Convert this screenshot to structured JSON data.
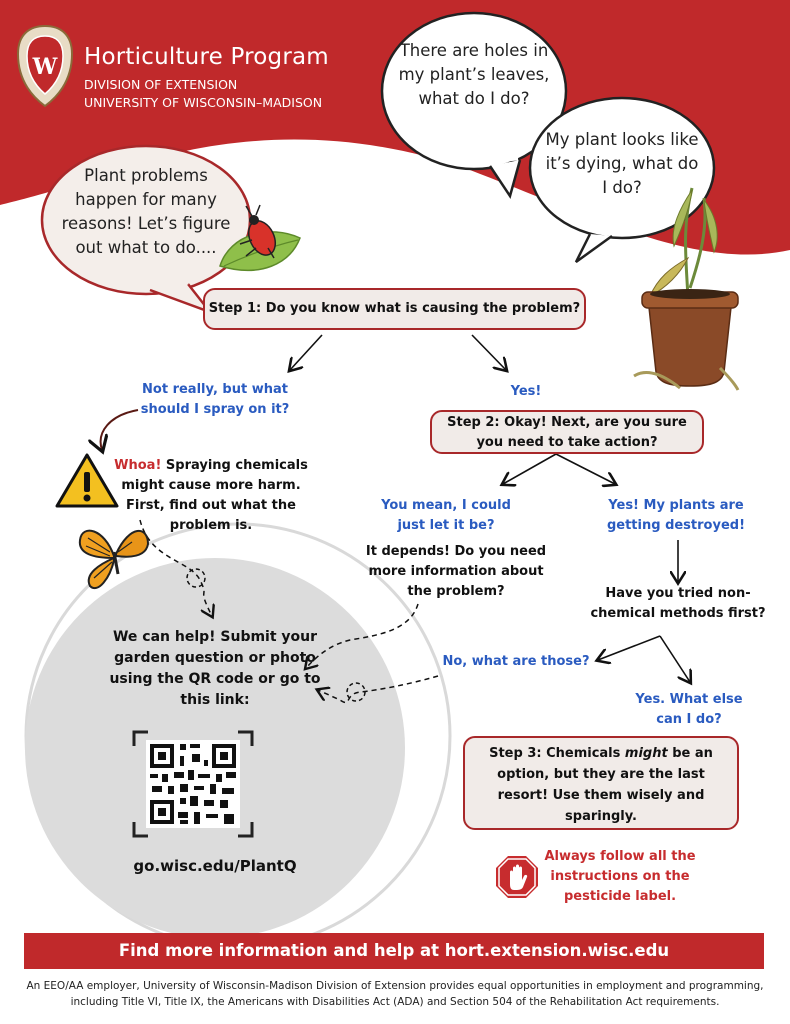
{
  "header": {
    "title": "Horticulture Program",
    "line1": "DIVISION OF EXTENSION",
    "line2": "UNIVERSITY OF WISCONSIN–MADISON",
    "logo_letter": "W"
  },
  "bubbles": {
    "holes": "There are holes in my plant’s leaves, what do I do?",
    "dying": "My plant looks like it’s dying, what do I do?",
    "intro": "Plant problems happen for many reasons! Let’s figure out what to do...."
  },
  "flow": {
    "step1": "Step 1: Do you know what is causing the problem?",
    "not_really": "Not really, but what should I spray on it?",
    "yes": "Yes!",
    "step2": "Step 2: Okay! Next, are you sure you need to take action?",
    "whoa_label": "Whoa!",
    "whoa_text": " Spraying chemicals might cause more harm. First, find out what the problem is.",
    "let_it_be": "You mean, I could just let it be?",
    "destroyed": "Yes! My plants are getting destroyed!",
    "it_depends": "It depends! Do you need more information about the problem?",
    "non_chemical": "Have you tried non-chemical methods first?",
    "no_what": "No, what are those?",
    "yes_what_else": "Yes. What else can I do?",
    "step3_a": "Step 3: Chemicals ",
    "step3_em": "might",
    "step3_b": " be an option, but they are the last resort! Use them wisely and sparingly.",
    "always_follow": "Always follow all the instructions on the pesticide label."
  },
  "help": {
    "text": "We can help! Submit your garden question or photo using the QR code or go to this link:",
    "link": "go.wisc.edu/PlantQ"
  },
  "footer": {
    "banner": "Find more information and help at hort.extension.wisc.edu",
    "eeo": "An EEO/AA employer, University of Wisconsin-Madison Division of Extension provides equal opportunities in employment and programming, including Title VI, Title IX, the Americans with Disabilities Act (ADA) and Section 504 of the Rehabilitation Act requirements."
  },
  "colors": {
    "brand_red": "#c0292b",
    "blue": "#2a5bc0",
    "step_bg": "#f1ebe8"
  }
}
